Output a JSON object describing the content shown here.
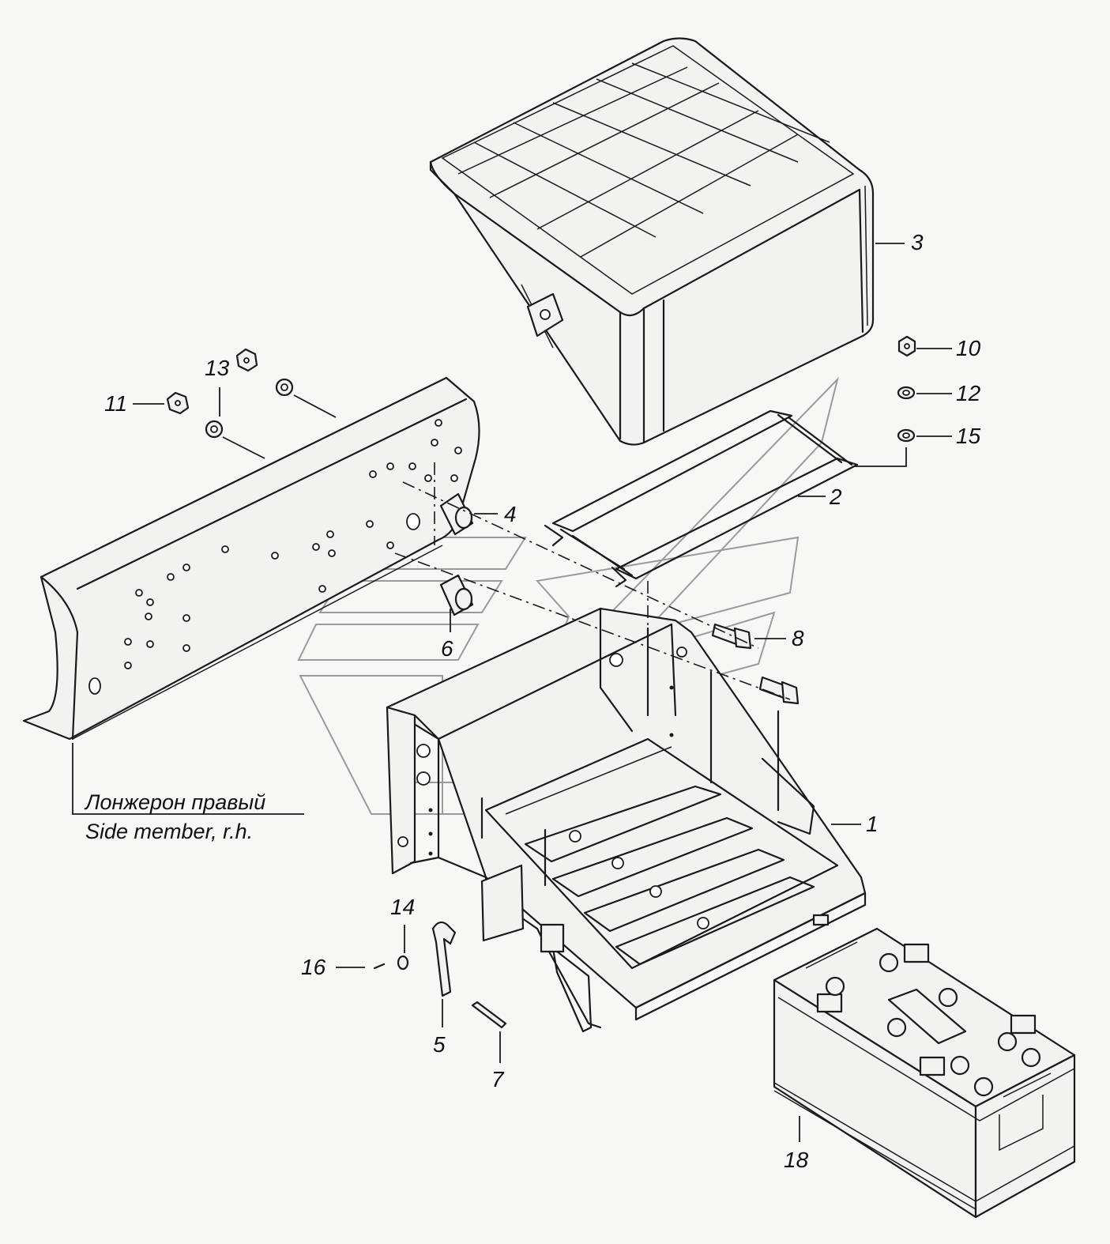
{
  "callouts": [
    {
      "id": "1",
      "text": "1"
    },
    {
      "id": "2",
      "text": "2"
    },
    {
      "id": "3",
      "text": "3"
    },
    {
      "id": "4",
      "text": "4"
    },
    {
      "id": "5",
      "text": "5"
    },
    {
      "id": "6",
      "text": "6"
    },
    {
      "id": "7",
      "text": "7"
    },
    {
      "id": "8",
      "text": "8"
    },
    {
      "id": "10",
      "text": "10"
    },
    {
      "id": "11",
      "text": "11"
    },
    {
      "id": "12",
      "text": "12"
    },
    {
      "id": "13",
      "text": "13"
    },
    {
      "id": "14",
      "text": "14"
    },
    {
      "id": "15",
      "text": "15"
    },
    {
      "id": "16",
      "text": "16"
    },
    {
      "id": "18",
      "text": "18"
    }
  ],
  "side_member": {
    "label_ru": "Лонжерон правый",
    "label_en": "Side member, r.h."
  }
}
